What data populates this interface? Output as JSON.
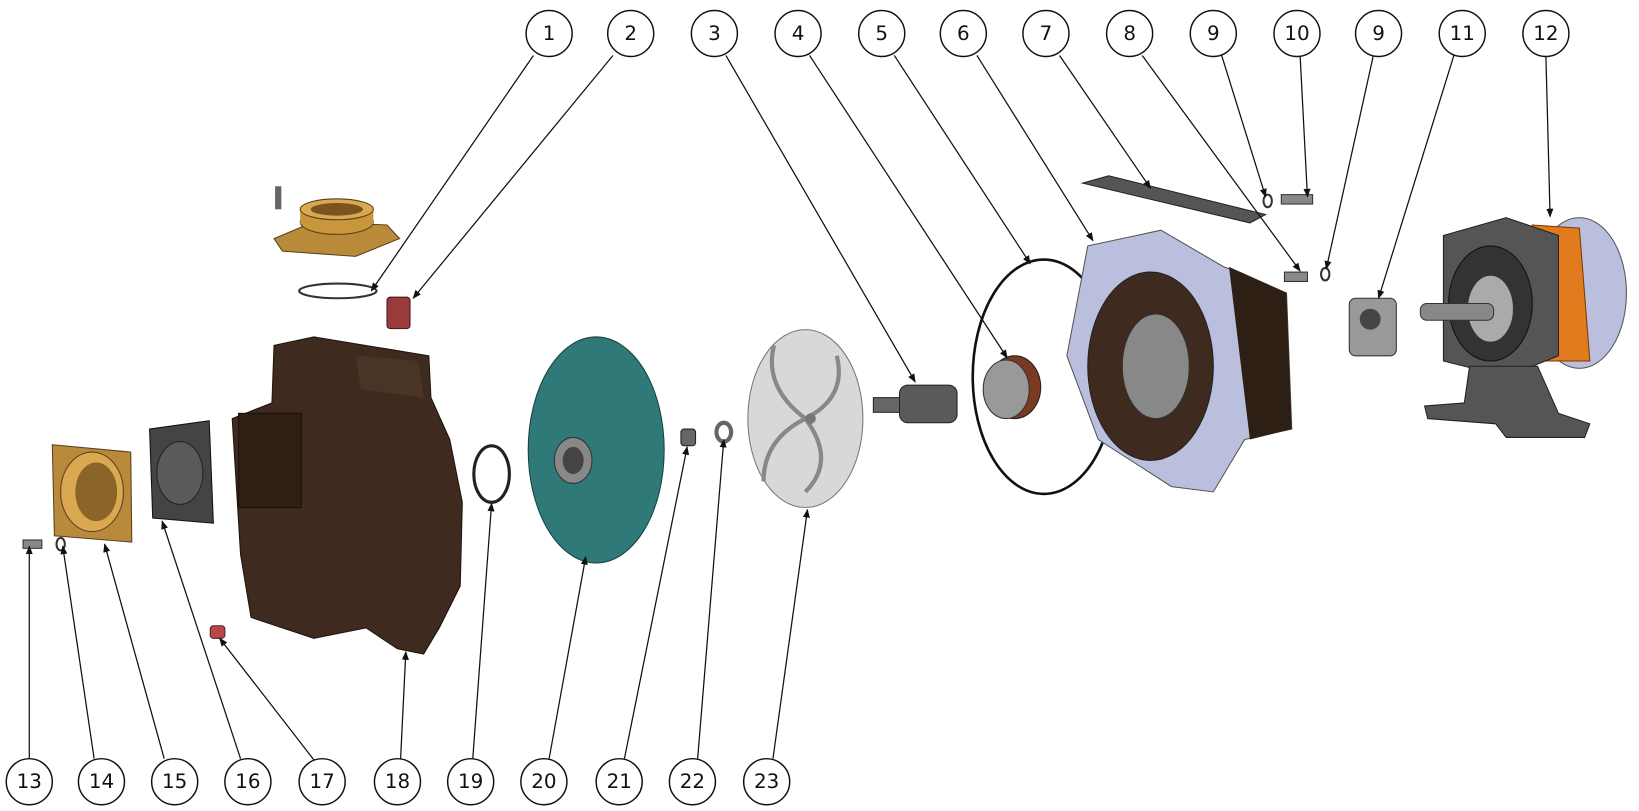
{
  "title": "Pump exploded view",
  "colors": {
    "casing": "#3e2a1e",
    "brass": "#c9963c",
    "backplate": "#2f7a78",
    "impeller": "#d8d8d8",
    "bracket": "#b9bfdc",
    "orange": "#e07b1e",
    "red_plug": "#9b3a3a"
  },
  "balloons_top": [
    {
      "label": "1",
      "part": "o-ring"
    },
    {
      "label": "2",
      "part": "plug"
    },
    {
      "label": "3",
      "part": "shaft-sleeve"
    },
    {
      "label": "4",
      "part": "mechanical-seal"
    },
    {
      "label": "5",
      "part": "gasket-ring"
    },
    {
      "label": "6",
      "part": "bearing-bracket"
    },
    {
      "label": "7",
      "part": "guard-plate"
    },
    {
      "label": "8",
      "part": "bolt"
    },
    {
      "label": "9",
      "part": "washer"
    },
    {
      "label": "10",
      "part": "bolt"
    },
    {
      "label": "9",
      "part": "washer"
    },
    {
      "label": "11",
      "part": "coupling"
    },
    {
      "label": "12",
      "part": "bearing-frame"
    }
  ],
  "balloons_bottom": [
    {
      "label": "13",
      "part": "bolt"
    },
    {
      "label": "14",
      "part": "washer"
    },
    {
      "label": "15",
      "part": "flange"
    },
    {
      "label": "16",
      "part": "cover-plate"
    },
    {
      "label": "17",
      "part": "drain-plug"
    },
    {
      "label": "18",
      "part": "pump-casing"
    },
    {
      "label": "19",
      "part": "o-ring"
    },
    {
      "label": "20",
      "part": "wear-plate"
    },
    {
      "label": "21",
      "part": "impeller-nut"
    },
    {
      "label": "22",
      "part": "washer"
    },
    {
      "label": "23",
      "part": "impeller"
    }
  ]
}
